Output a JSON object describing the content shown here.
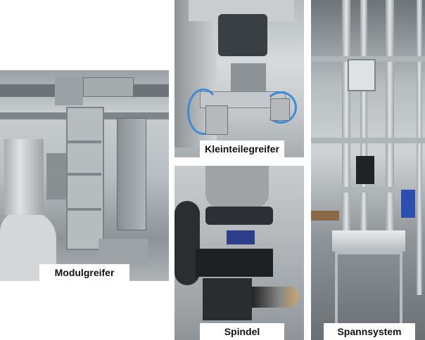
{
  "figure": {
    "panels": [
      {
        "id": "modulgreifer",
        "label": "Modulgreifer",
        "subject": "modular aluminum gripper mounted on industrial robot"
      },
      {
        "id": "kleinteilegreifer",
        "label": "Kleinteilegreifer",
        "subject": "small-parts gripper with blue pneumatic hoses on robot"
      },
      {
        "id": "spindel",
        "label": "Spindel",
        "subject": "milling spindle attached to robot flange"
      },
      {
        "id": "spannsystem",
        "label": "Spannsystem",
        "subject": "aluminum profile clamping system tower on table"
      }
    ]
  }
}
